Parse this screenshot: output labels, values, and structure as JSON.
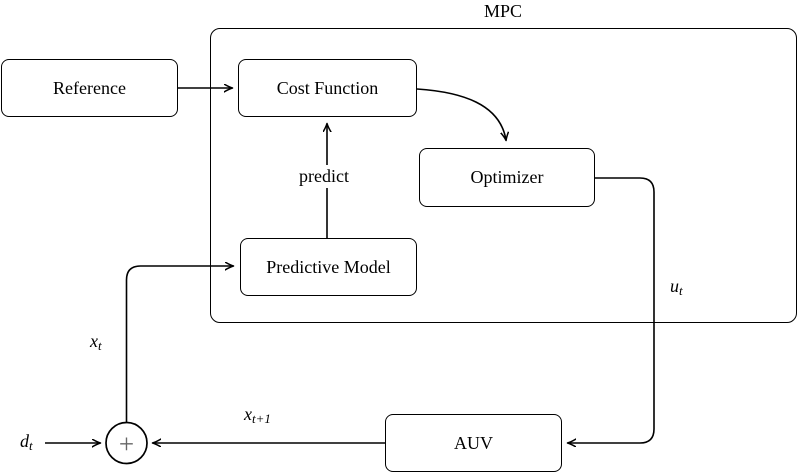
{
  "diagram": {
    "title": "MPC",
    "boxes": {
      "reference": {
        "label": "Reference"
      },
      "cost_function": {
        "label": "Cost Function"
      },
      "optimizer": {
        "label": "Optimizer"
      },
      "predictive_model": {
        "label": "Predictive Model"
      },
      "auv": {
        "label": "AUV"
      }
    },
    "edge_labels": {
      "predict": "predict",
      "sum_symbol": "+",
      "u_t": {
        "base": "u",
        "sub": "t"
      },
      "x_t": {
        "base": "x",
        "sub": "t"
      },
      "x_t_plus_1": {
        "base": "x",
        "sub": "t+1"
      },
      "d_t": {
        "base": "d",
        "sub": "t"
      }
    },
    "colors": {
      "stroke": "#000000",
      "background": "#ffffff",
      "sum_symbol": "#666666"
    }
  }
}
